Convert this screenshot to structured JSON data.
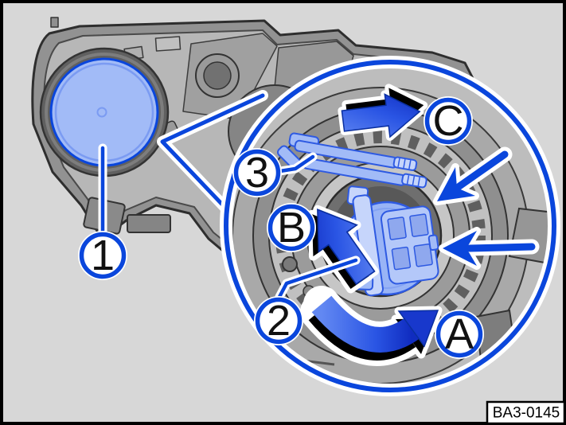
{
  "figure": {
    "code": "BA3-0145",
    "part_labels": [
      "1",
      "2",
      "3"
    ],
    "step_labels": [
      "A",
      "B",
      "C"
    ]
  },
  "colors": {
    "background": "#d7d7d7",
    "frame": "#000000",
    "accent_blue": "#0a46dc",
    "label_text": "#111111",
    "highlight_fill": "#a2bbf7",
    "highlight_fill_light": "#c6d5fb",
    "highlight_slot": "#8fa8ee",
    "highlight_stroke": "#2e5ae2",
    "arrow_light": "#6288f2",
    "arrow_mid": "#2a55e4",
    "arrow_dark": "#102cc0",
    "arrow_shadow": "#000000",
    "code_box_bg": "#ffffff"
  }
}
